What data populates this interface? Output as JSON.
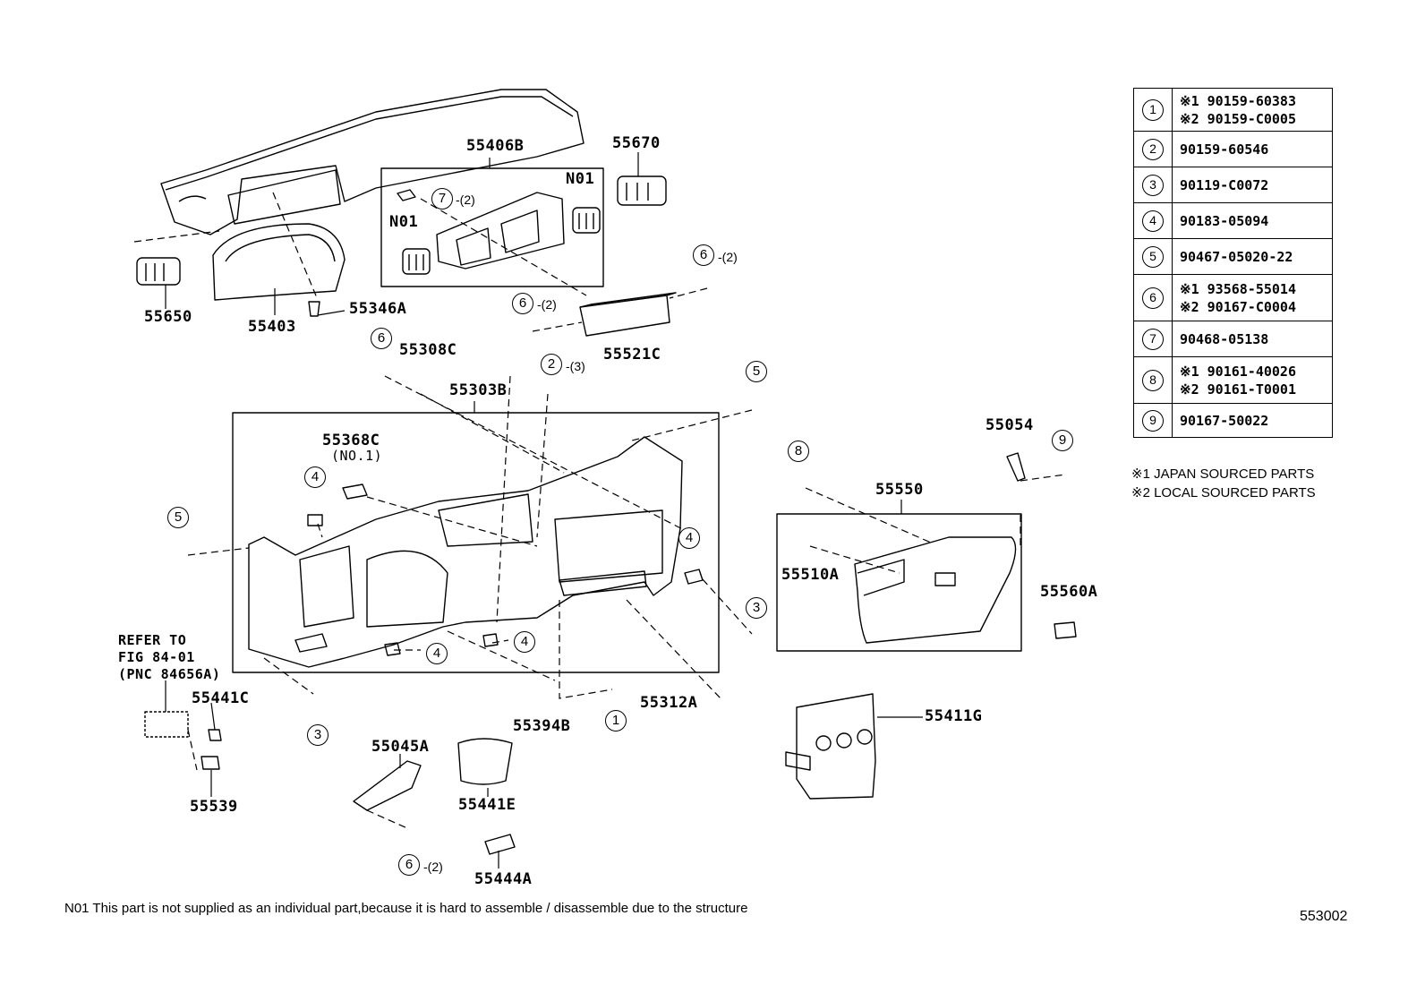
{
  "labels": {
    "p55406B": "55406B",
    "p55670": "55670",
    "n01_right": "N01",
    "n01_left": "N01",
    "p55650": "55650",
    "p55403": "55403",
    "p55346A": "55346A",
    "p55521C": "55521C",
    "p55308C": "55308C",
    "p55303B": "55303B",
    "p55368C": "55368C",
    "p55368C_sub": "(NO.1)",
    "p55054": "55054",
    "p55550": "55550",
    "p55510A": "55510A",
    "p55560A": "55560A",
    "refer_line1": "REFER TO",
    "refer_line2": "FIG 84-01",
    "refer_line3": "(PNC 84656A)",
    "p55441C": "55441C",
    "p55539": "55539",
    "p55394B": "55394B",
    "p55312A": "55312A",
    "p55045A": "55045A",
    "p55441E": "55441E",
    "p55444A": "55444A",
    "p55411G": "55411G"
  },
  "callouts": {
    "c7": "7",
    "c7_qty": "-(2)",
    "c6a": "6",
    "c6a_qty": "-(2)",
    "c6b": "6",
    "c6b_qty": "-(2)",
    "c6c": "6",
    "c2": "2",
    "c2_qty": "-(3)",
    "c5a": "5",
    "c5b": "5",
    "c4a": "4",
    "c4b": "4",
    "c4c": "4",
    "c4d": "4",
    "c8": "8",
    "c9": "9",
    "c3a": "3",
    "c3b": "3",
    "c1": "1",
    "c6d": "6",
    "c6d_qty": "-(2)"
  },
  "fastener_table": [
    {
      "key": "1",
      "lines": [
        "※1 90159-60383",
        "※2 90159-C0005"
      ]
    },
    {
      "key": "2",
      "lines": [
        "90159-60546"
      ]
    },
    {
      "key": "3",
      "lines": [
        "90119-C0072"
      ]
    },
    {
      "key": "4",
      "lines": [
        "90183-05094"
      ]
    },
    {
      "key": "5",
      "lines": [
        "90467-05020-22"
      ]
    },
    {
      "key": "6",
      "lines": [
        "※1 93568-55014",
        "※2 90167-C0004"
      ]
    },
    {
      "key": "7",
      "lines": [
        "90468-05138"
      ]
    },
    {
      "key": "8",
      "lines": [
        "※1 90161-40026",
        "※2 90161-T0001"
      ]
    },
    {
      "key": "9",
      "lines": [
        "90167-50022"
      ]
    }
  ],
  "legend": {
    "line1": "※1 JAPAN SOURCED PARTS",
    "line2": "※2 LOCAL SOURCED PARTS"
  },
  "footnote": "N01 This part is not supplied as an individual part,because it is hard to assemble / disassemble due to the structure",
  "figure_number": "553002"
}
